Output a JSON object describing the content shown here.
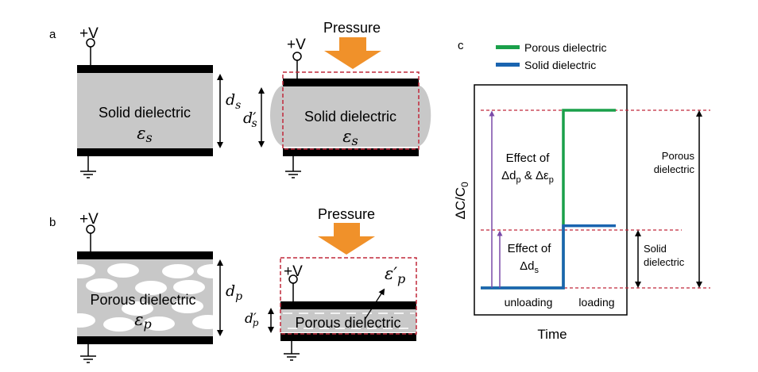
{
  "panels": {
    "a": {
      "label": "a",
      "left": {
        "voltage": "+V",
        "material": "Solid dielectric",
        "permittivity_base": "ε",
        "permittivity_sub": "s",
        "thickness_base": "d",
        "thickness_sub": "s"
      },
      "right": {
        "force_label": "Pressure",
        "voltage": "+V",
        "material": "Solid dielectric",
        "permittivity_base": "ε",
        "permittivity_sub": "s",
        "thickness_base": "d′",
        "thickness_sub": "s"
      }
    },
    "b": {
      "label": "b",
      "left": {
        "voltage": "+V",
        "material": "Porous dielectric",
        "permittivity_base": "ε",
        "permittivity_sub": "p",
        "thickness_base": "d",
        "thickness_sub": "p"
      },
      "right": {
        "force_label": "Pressure",
        "voltage": "+V",
        "material": "Porous dielectric",
        "permittivity_base": "ε′",
        "permittivity_sub": "p",
        "thickness_base": "d′",
        "thickness_sub": "p"
      }
    },
    "c": {
      "label": "c",
      "legend": [
        {
          "name": "Porous dielectric",
          "color": "#1aa04a"
        },
        {
          "name": "Solid dielectric",
          "color": "#1a64b0"
        }
      ],
      "ylabel_base": "ΔC/C",
      "ylabel_sub": "0",
      "xlabel": "Time",
      "phase_labels": [
        "unloading",
        "loading"
      ],
      "effect_porous_line1": "Effect of",
      "effect_porous_line2_a": "Δd",
      "effect_porous_line2_a_sub": "p",
      "effect_porous_line2_b": " & Δε",
      "effect_porous_line2_b_sub": "p",
      "effect_solid_line1": "Effect of",
      "effect_solid_line2": "Δd",
      "effect_solid_line2_sub": "s",
      "range_porous_line1": "Porous",
      "range_porous_line2": "dielectric",
      "range_solid_line1": "Solid",
      "range_solid_line2": "dielectric"
    }
  },
  "colors": {
    "electrode": "#000000",
    "dielectric": "#c8c8c8",
    "pressure_arrow": "#f0912a",
    "dashed_box": "#c0283a",
    "effect_arrow": "#7a4aa8"
  },
  "chart_data": {
    "type": "line",
    "title": "",
    "xlabel": "Time",
    "ylabel": "ΔC/C0",
    "x": [
      "unloading",
      "loading"
    ],
    "series": [
      {
        "name": "Porous dielectric",
        "values": [
          0,
          1.0
        ]
      },
      {
        "name": "Solid dielectric",
        "values": [
          0,
          0.35
        ]
      }
    ],
    "annotations": [
      "Effect of Δdp & Δεp",
      "Effect of Δds",
      "Porous dielectric",
      "Solid dielectric"
    ],
    "legend": "top",
    "grid": false
  }
}
